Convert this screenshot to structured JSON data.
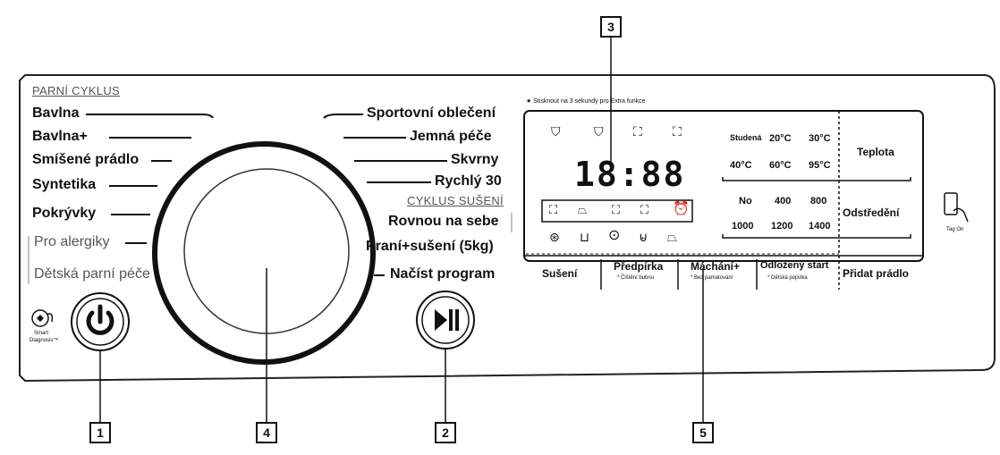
{
  "left_programs": {
    "section_title": "PARNÍ CYKLUS",
    "items": [
      "Bavlna",
      "Bavlna+",
      "Smíšené prádlo",
      "Syntetika",
      "Pokrývky",
      "Pro alergiky",
      "Dětská parní péče"
    ]
  },
  "right_programs": {
    "items": [
      "Sportovní oblečení",
      "Jemná péče",
      "Skvrny",
      "Rychlý 30"
    ],
    "dry_section_title": "CYKLUS SUŠENÍ",
    "dry_items": [
      "Rovnou na sebe",
      "Praní+sušení (5kg)"
    ],
    "load_program": "Načíst program"
  },
  "smart_diagnosis": {
    "line1": "Smart",
    "line2": "Diagnosis™"
  },
  "display": {
    "hint": "★ Stisknout na 3 sekundy pro Extra funkce",
    "digits": "18:88",
    "temperature": {
      "values": [
        "Studená",
        "20°C",
        "30°C",
        "40°C",
        "60°C",
        "95°C"
      ],
      "label": "Teplota"
    },
    "spin": {
      "values": [
        "No",
        "400",
        "800",
        "1000",
        "1200",
        "1400"
      ],
      "label": "Odstředění"
    },
    "buttons": [
      {
        "label": "Sušení",
        "sub": ""
      },
      {
        "label": "Předpírka",
        "sub": "* Čištění bubnu"
      },
      {
        "label": "Máchání+",
        "sub": "* Bez pamatování"
      },
      {
        "label": "Odložený start",
        "sub": "* Dětská pojistka"
      },
      {
        "label": "Přidat prádlo",
        "sub": ""
      }
    ]
  },
  "tag_on": "Tag On",
  "callouts": [
    "1",
    "2",
    "3",
    "4",
    "5"
  ]
}
